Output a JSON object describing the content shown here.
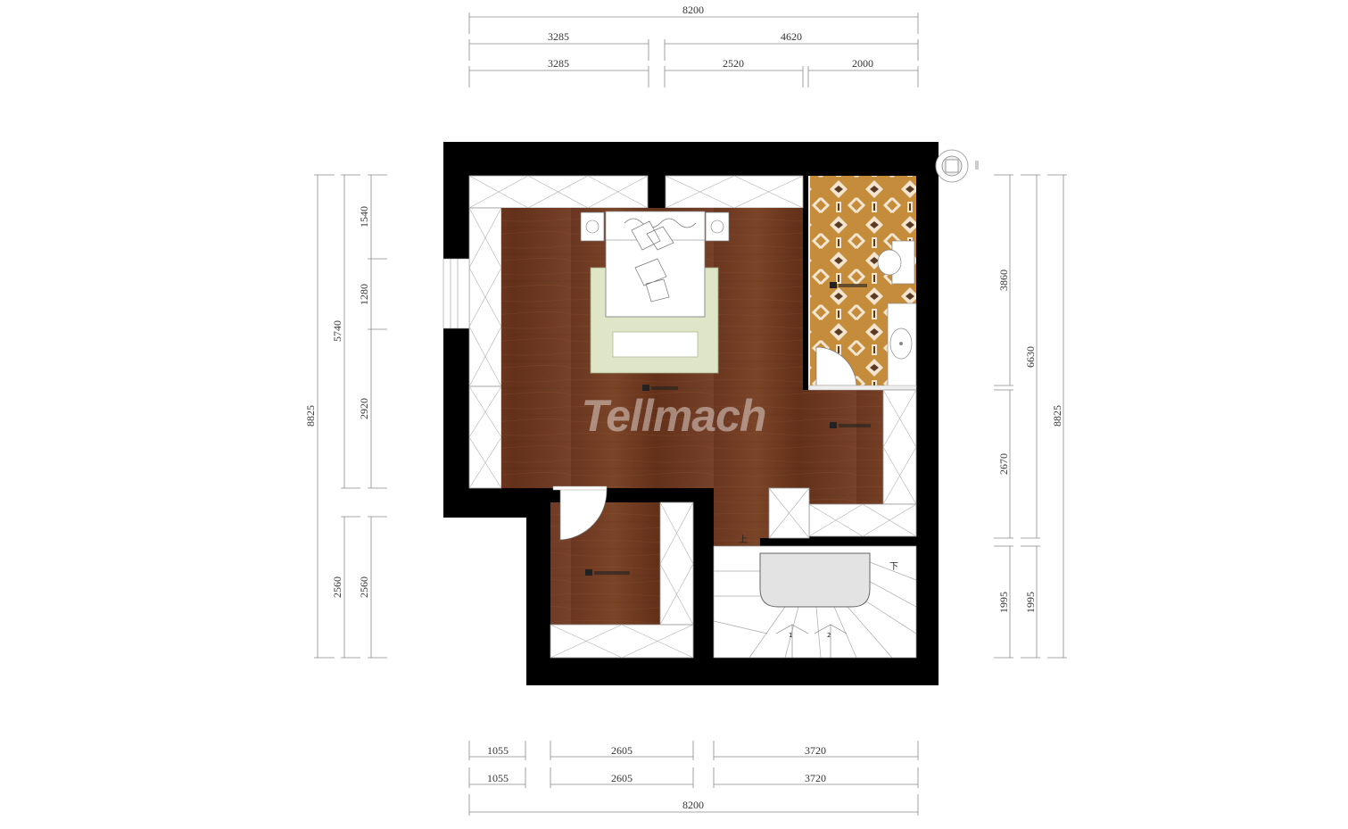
{
  "watermark": "Tellmach",
  "dimensions": {
    "top_total": "8200",
    "top_row1_a": "3285",
    "top_row1_b": "4620",
    "top_row2_a": "3285",
    "top_row2_b": "2520",
    "top_row2_c": "2000",
    "bottom_row1_a": "1055",
    "bottom_row1_b": "2605",
    "bottom_row1_c": "3720",
    "bottom_row2_a": "1055",
    "bottom_row2_b": "2605",
    "bottom_row2_c": "3720",
    "bottom_total": "8200",
    "left_total": "8825",
    "left_mid_a": "5740",
    "left_mid_b": "2560",
    "left_inner_a": "1540",
    "left_inner_b": "1280",
    "left_inner_c": "2920",
    "left_inner_d": "2560",
    "right_inner_a": "3860",
    "right_inner_b": "2670",
    "right_inner_c": "1995",
    "right_mid_a": "6630",
    "right_mid_b": "1995",
    "right_total": "8825"
  },
  "stairs": {
    "up_mark": "上",
    "down_mark": "下",
    "step_1": "1",
    "step_2": "2"
  },
  "colors": {
    "wall": "#000000",
    "wood_floor": "#6b3a22",
    "bathroom_tile": "#c9913f",
    "rug": "#dfe6c8"
  }
}
